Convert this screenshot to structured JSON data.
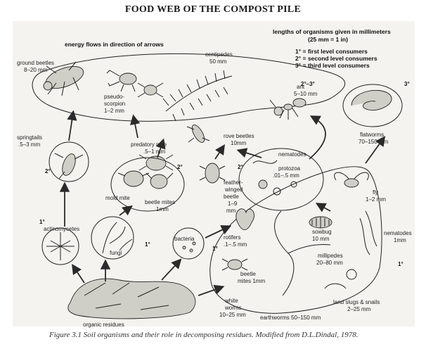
{
  "title": "FOOD WEB OF THE COMPOST PILE",
  "header": {
    "energy_note": "energy flows in direction of arrows",
    "lengths_line1": "lengths of organisms given in millimeters",
    "lengths_line2": "(25 mm = 1 in)"
  },
  "legend": {
    "first": "1° = first level consumers",
    "second": "2° = second level consumers",
    "third": "3° = third level consumers"
  },
  "levels": {
    "l1": "1°",
    "l2": "2°",
    "l23": "2°–3°",
    "l3": "3°"
  },
  "organisms": {
    "ground_beetles": [
      "ground beetles",
      "8–20 mm"
    ],
    "centipedes": [
      "centipedes",
      "50 mm"
    ],
    "ant": [
      "ant",
      "5–10 mm"
    ],
    "pseudoscorpion": [
      "pseudo-",
      "scorpion",
      "1–2 mm"
    ],
    "flatworms": [
      "flatworms",
      "70–150 mm"
    ],
    "springtails": [
      "springtails",
      ".5–3 mm"
    ],
    "predatory_mite": [
      "predatory mite",
      ".5–1 mm"
    ],
    "rove_beetles": [
      "rove beetles",
      "10mm"
    ],
    "nematodes_top": "nematodes",
    "protozoa": [
      "protozoa",
      ".01–.5 mm"
    ],
    "feather_winged_beetle": [
      "feather-",
      "winged",
      "beetle",
      "1–9",
      "mm"
    ],
    "mold_mite": "mold mite",
    "beetle_mites_top": [
      "beetle mites",
      "1mm"
    ],
    "fly": [
      "fly",
      "1–2 mm"
    ],
    "rotifers": [
      "rotifers",
      ".1–.5 mm"
    ],
    "bacteria": "bacteria",
    "actinomycetes": "actinomycetes",
    "fungi": "fungi",
    "sowbug": [
      "sowbug",
      "10 mm"
    ],
    "nematodes_right": [
      "nematodes",
      "1mm"
    ],
    "millipedes": [
      "millipedes",
      "20–80 mm"
    ],
    "beetle_mites_bottom": [
      "beetle",
      "mites 1mm"
    ],
    "white_worms": [
      "white",
      "worms",
      "10–25 mm"
    ],
    "earthworms": "earthworms 50–150 mm",
    "land_slugs": [
      "land slugs & snails",
      "2–25 mm"
    ],
    "organic_residues": "organic residues"
  },
  "caption": "Figure 3.1 Soil organisms and their role in decomposing residues. Modified from D.L.Dindal, 1978."
}
